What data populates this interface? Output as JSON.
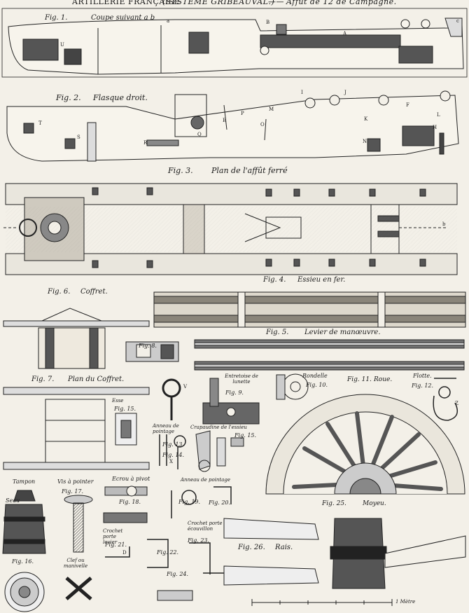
{
  "header": {
    "left": "ARTILLERIE FRANÇAISE",
    "middle": "(SYSTÈME GRIBEAUVAL.)",
    "dash": "——",
    "right": "Affût de 12 de Campagne."
  },
  "figures": {
    "fig1": "Fig. 1.",
    "fig1_caption": "Coupe suivant a b",
    "fig2": "Fig. 2.",
    "fig2_caption": "Flasque droit.",
    "fig3": "Fig. 3.",
    "fig3_caption": "Plan de l'affût ferré",
    "fig4": "Fig. 4.",
    "fig4_caption": "Essieu en fer.",
    "fig5": "Fig. 5.",
    "fig5_caption": "Levier de manœuvre.",
    "fig6": "Fig. 6.",
    "fig6_caption": "Coffret.",
    "fig7": "Fig. 7.",
    "fig7_caption": "Plan du Coffret.",
    "fig8": "Fig. 8.",
    "fig9_title": "Entretoise de lunette",
    "fig9": "Fig. 9.",
    "fig10_title": "Rondelle",
    "fig10": "Fig. 10.",
    "fig11": "Fig. 11.",
    "fig11_caption": "Roue.",
    "fig12_title": "Flotte.",
    "fig12": "Fig. 12.",
    "fig13_title": "Anneau de pointage",
    "fig13": "Fig. 13.",
    "fig14": "Fig. 14.",
    "fig15_title": "Crapaudine de l'essieu",
    "fig15": "Fig. 15.",
    "fig16": "Fig. 16.",
    "fig17_title": "Vis à pointer",
    "fig17": "Fig. 17.",
    "fig18_title": "Ecrou à pivot",
    "fig18": "Fig. 18.",
    "fig19_title": "Anneau de pointage",
    "fig19": "Fig. 19.",
    "fig20": "Fig. 20.",
    "fig21_title": "Crochet porte levier",
    "fig21": "Fig. 21.",
    "fig22": "Fig. 22.",
    "fig23_title": "Crochet porte écouvillon",
    "fig23": "Fig. 23.",
    "fig24": "Fig. 24.",
    "fig25": "Fig. 25.",
    "fig25_caption": "Moyeu.",
    "fig26": "Fig. 26.",
    "fig26_caption": "Rais.",
    "esse_title": "Esse",
    "fig15b": "Fig. 15.",
    "tampon": "Tampon",
    "seau": "Seau",
    "clef": "Clef ou manivelle",
    "scale": "1 Mètre"
  },
  "letters": [
    "a",
    "b",
    "c",
    "U",
    "B",
    "A",
    "T",
    "S",
    "R",
    "Q",
    "E",
    "P",
    "I",
    "J",
    "K",
    "M",
    "O",
    "N",
    "F",
    "H",
    "L",
    "V",
    "X",
    "Z",
    "D"
  ]
}
